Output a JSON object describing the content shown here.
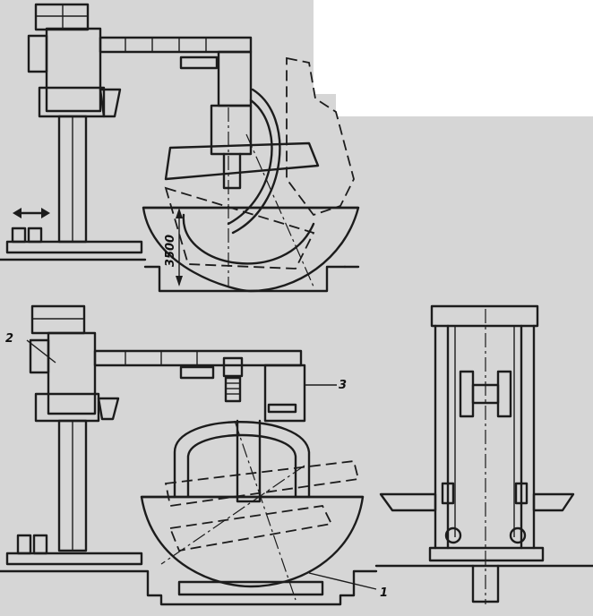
{
  "figure": {
    "callouts": [
      {
        "id": "callout-2",
        "text": "2"
      },
      {
        "id": "callout-3",
        "text": "3"
      },
      {
        "id": "callout-1",
        "text": "1"
      }
    ],
    "dimension": {
      "text": "3500"
    },
    "move_arrow": {
      "icon": "double-arrow-icon"
    }
  }
}
